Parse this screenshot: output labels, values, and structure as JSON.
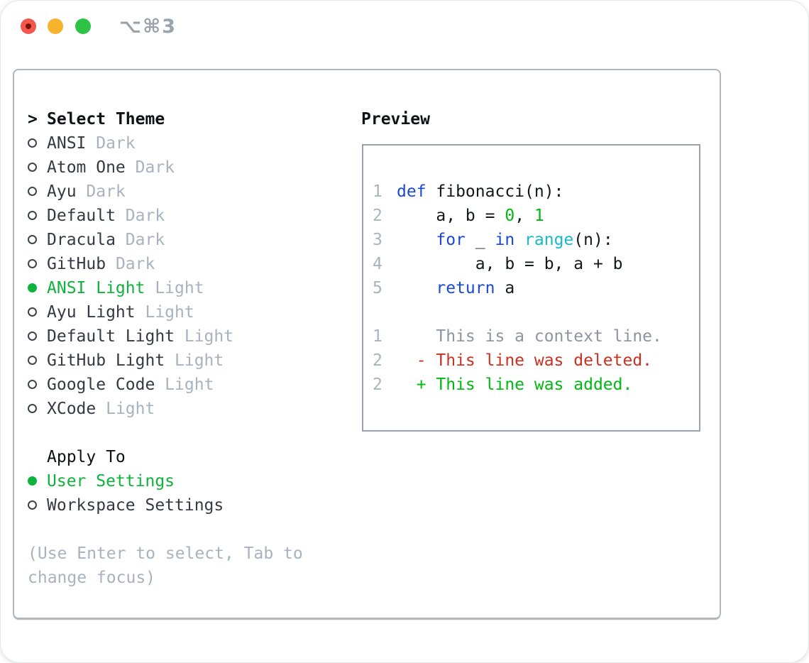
{
  "titlebar": {
    "shortcut": "⌥⌘3",
    "traffic_lights": [
      "close",
      "minimize",
      "zoom"
    ]
  },
  "theme_panel": {
    "prompt": ">",
    "header": "Select Theme",
    "items": [
      {
        "name": "ANSI",
        "variant": "Dark",
        "selected": false
      },
      {
        "name": "Atom One",
        "variant": "Dark",
        "selected": false
      },
      {
        "name": "Ayu",
        "variant": "Dark",
        "selected": false
      },
      {
        "name": "Default",
        "variant": "Dark",
        "selected": false
      },
      {
        "name": "Dracula",
        "variant": "Dark",
        "selected": false
      },
      {
        "name": "GitHub",
        "variant": "Dark",
        "selected": false
      },
      {
        "name": "ANSI Light",
        "variant": "Light",
        "selected": true
      },
      {
        "name": "Ayu Light",
        "variant": "Light",
        "selected": false
      },
      {
        "name": "Default Light",
        "variant": "Light",
        "selected": false
      },
      {
        "name": "GitHub Light",
        "variant": "Light",
        "selected": false
      },
      {
        "name": "Google Code",
        "variant": "Light",
        "selected": false
      },
      {
        "name": "XCode",
        "variant": "Light",
        "selected": false
      }
    ]
  },
  "apply_to": {
    "header": "Apply To",
    "options": [
      {
        "name": "User Settings",
        "selected": true
      },
      {
        "name": "Workspace Settings",
        "selected": false
      }
    ]
  },
  "hint_lines": [
    "(Use Enter to select, Tab to",
    "change focus)"
  ],
  "preview": {
    "header": "Preview",
    "code_lines": [
      {
        "num": "1",
        "tokens": [
          [
            "def",
            "keyword"
          ],
          [
            " fibonacci(n):",
            "plain"
          ]
        ]
      },
      {
        "num": "2",
        "tokens": [
          [
            "    a, b = ",
            "plain"
          ],
          [
            "0",
            "number"
          ],
          [
            ", ",
            "plain"
          ],
          [
            "1",
            "number"
          ]
        ]
      },
      {
        "num": "3",
        "tokens": [
          [
            "    ",
            "plain"
          ],
          [
            "for",
            "keyword"
          ],
          [
            " _ ",
            "plain"
          ],
          [
            "in",
            "keyword"
          ],
          [
            " ",
            "plain"
          ],
          [
            "range",
            "builtin"
          ],
          [
            "(n):",
            "plain"
          ]
        ]
      },
      {
        "num": "4",
        "tokens": [
          [
            "        a, b = b, a + b",
            "plain"
          ]
        ]
      },
      {
        "num": "5",
        "tokens": [
          [
            "    ",
            "plain"
          ],
          [
            "return",
            "keyword"
          ],
          [
            " a",
            "plain"
          ]
        ]
      }
    ],
    "diff_lines": [
      {
        "num": "1",
        "tokens": [
          [
            "    This is a context line.",
            "context"
          ]
        ]
      },
      {
        "num": "2",
        "tokens": [
          [
            "  - This line was deleted.",
            "deleted"
          ]
        ]
      },
      {
        "num": "2",
        "tokens": [
          [
            "  + This line was added.",
            "added"
          ]
        ]
      }
    ]
  },
  "colors": {
    "selection_green": "#0db33c",
    "added_green": "#00b912",
    "deleted_red": "#cb3020",
    "keyword_blue": "#1b49d6",
    "builtin_cyan": "#17b9cf",
    "muted_gray": "#a9b2bf",
    "text_dark": "#343a43"
  }
}
